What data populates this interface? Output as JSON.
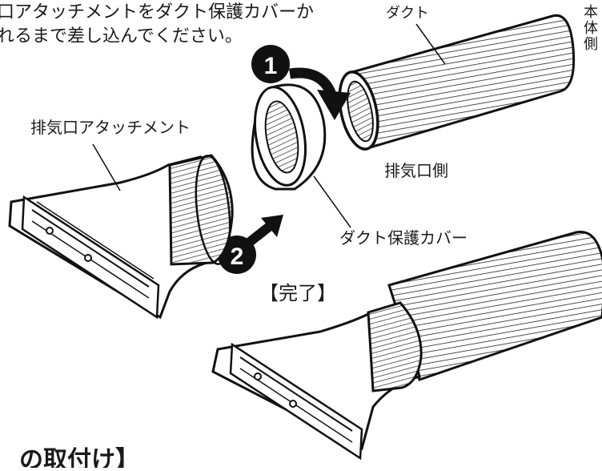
{
  "instruction": {
    "line1": "口アタッチメントをダクト保護カバーか",
    "line2": "れるまで差し込んでください。"
  },
  "labels": {
    "duct": "ダクト",
    "body_side": "本体側",
    "exhaust_side": "排気口側",
    "exhaust_attachment": "排気口アタッチメント",
    "duct_cover": "ダクト保護カバー",
    "complete": "【完了】",
    "bottom_heading": "の取付け】"
  },
  "steps": [
    {
      "number": "1"
    },
    {
      "number": "2"
    }
  ]
}
